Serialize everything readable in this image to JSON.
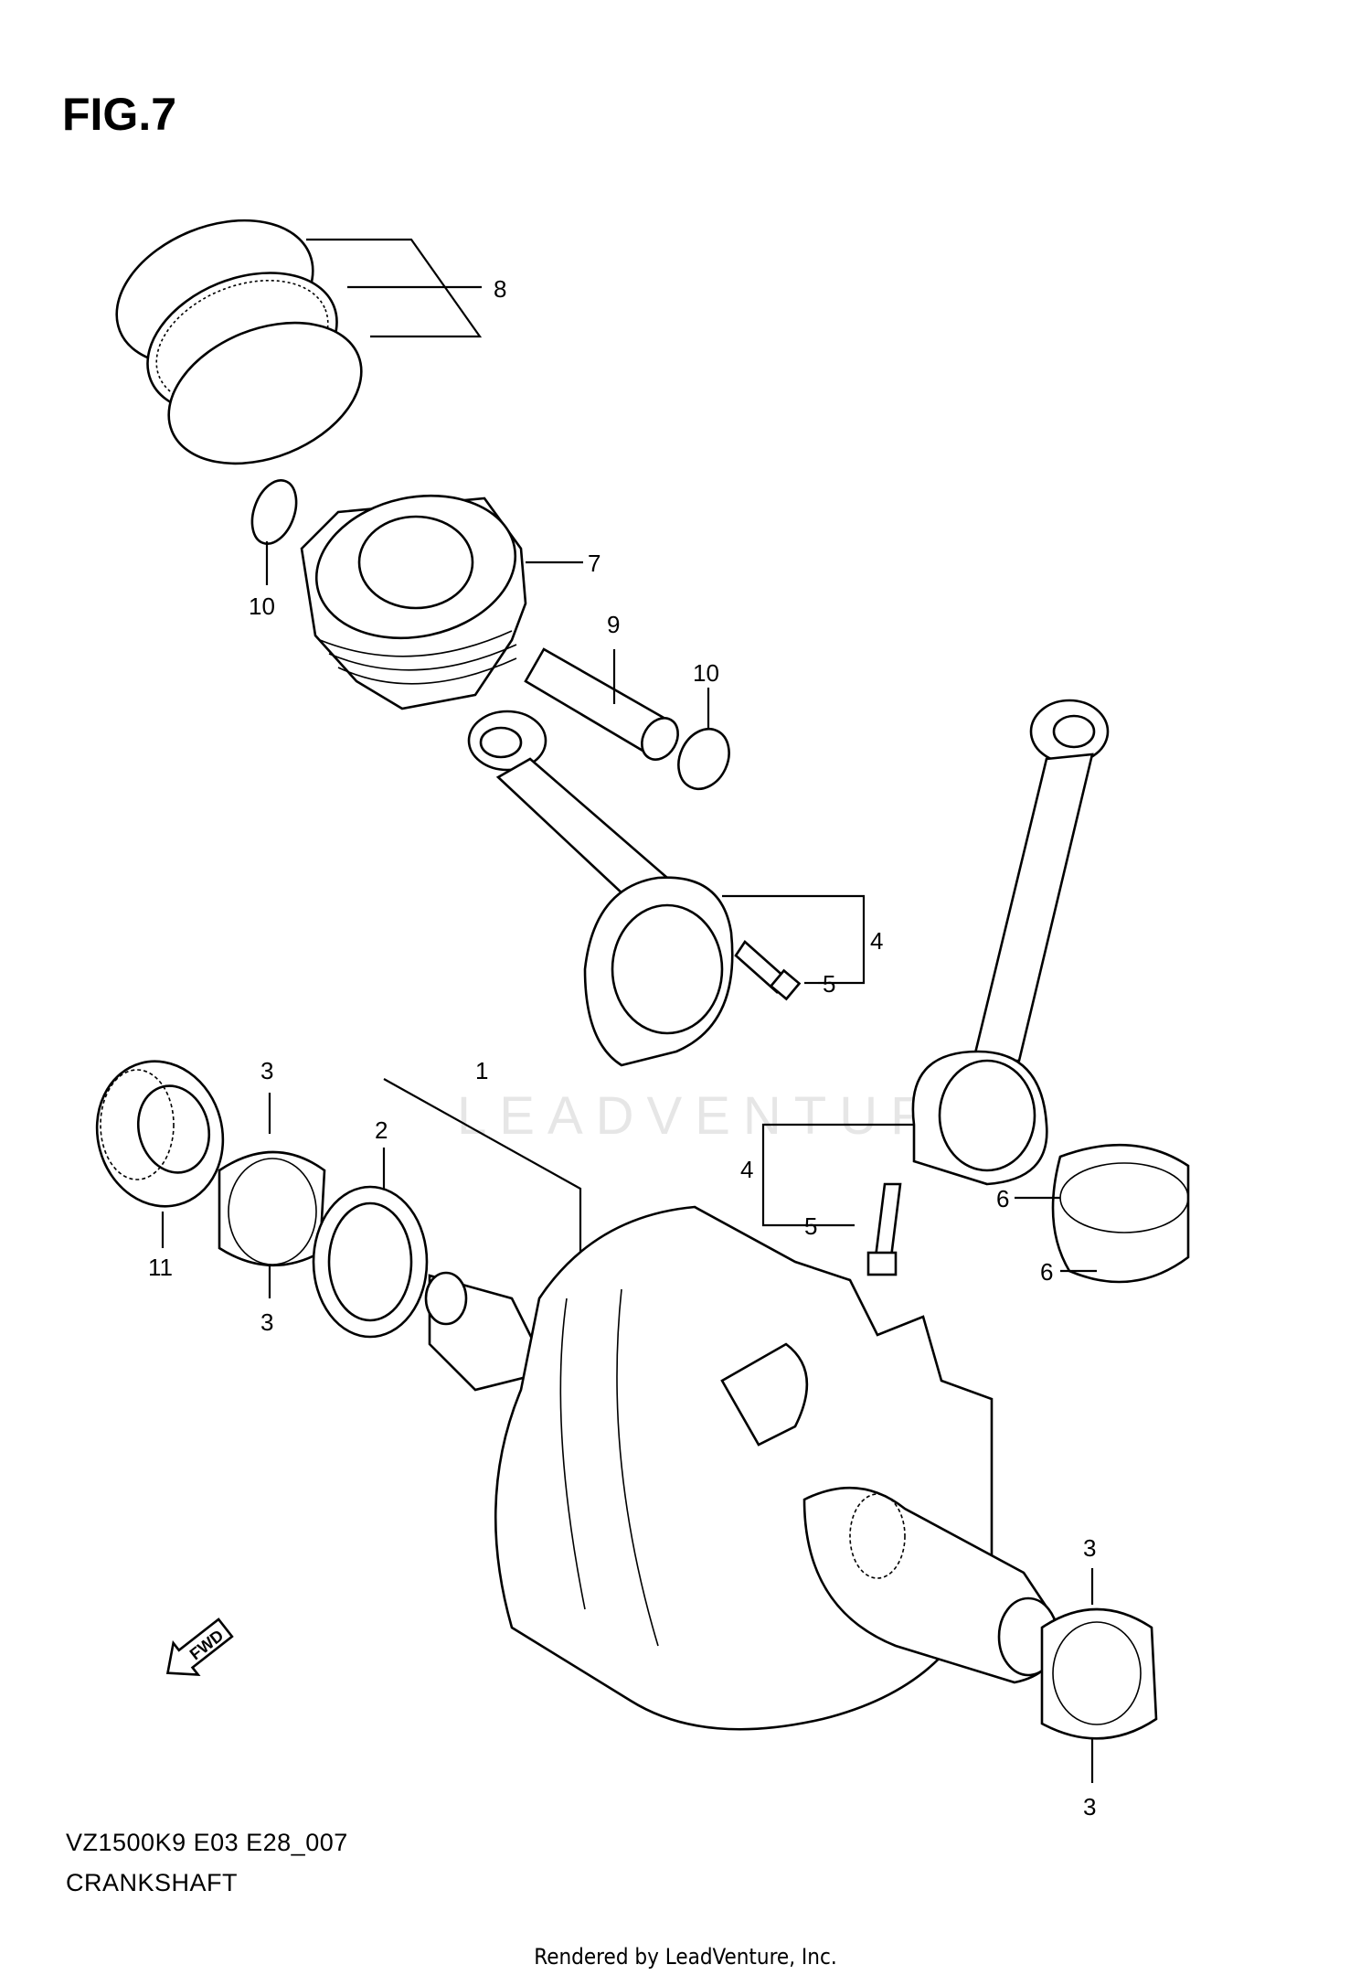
{
  "figure": {
    "title": "FIG.7",
    "model_code": "VZ1500K9 E03 E28_007",
    "section_name": "CRANKSHAFT"
  },
  "footer": {
    "rendered_by": "Rendered by LeadVenture, Inc."
  },
  "watermark": {
    "text": "LEADVENTURE"
  },
  "direction_marker": {
    "label": "FWD"
  },
  "callouts": {
    "c1": "1",
    "c2": "2",
    "c3a": "3",
    "c3b": "3",
    "c3c": "3",
    "c3d": "3",
    "c4a": "4",
    "c4b": "4",
    "c5a": "5",
    "c5b": "5",
    "c6a": "6",
    "c6b": "6",
    "c7": "7",
    "c8": "8",
    "c9": "9",
    "c10a": "10",
    "c10b": "10",
    "c11": "11"
  },
  "colors": {
    "line": "#000000",
    "background": "#ffffff",
    "watermark": "#e6e6e6"
  }
}
